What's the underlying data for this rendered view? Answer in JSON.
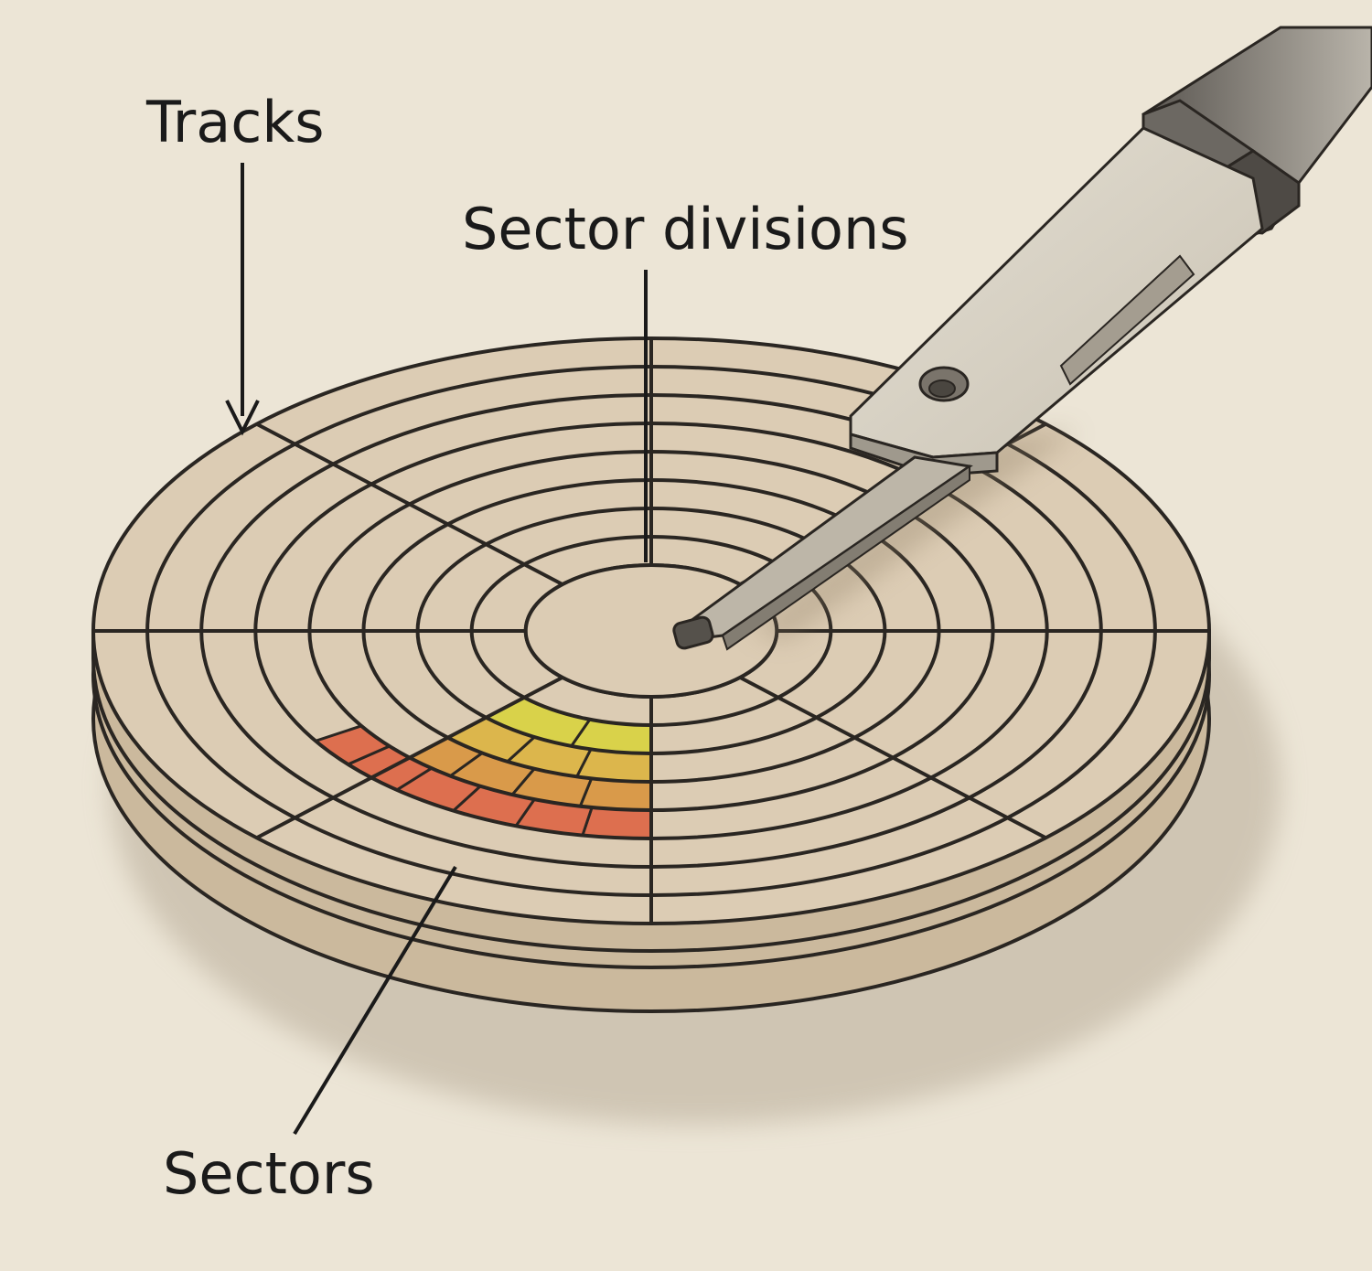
{
  "labels": {
    "tracks": "Tracks",
    "sector_divisions": "Sector divisions",
    "sectors": "Sectors"
  },
  "colors": {
    "background": "#ece5d6",
    "platter": "#dcccb4",
    "platter_side": "#cbb99d",
    "line": "#2a2622",
    "sector_yellow": "#d9d24a",
    "sector_gold": "#dcb64c",
    "sector_orange": "#d99a4a",
    "sector_red": "#dd6f4f",
    "arm": "#d8d2c4",
    "arm_dark": "#4a4743"
  },
  "diagram": {
    "platter_count": 3,
    "track_count": 8,
    "sector_division_count": 8,
    "highlighted_track_count": 4
  }
}
